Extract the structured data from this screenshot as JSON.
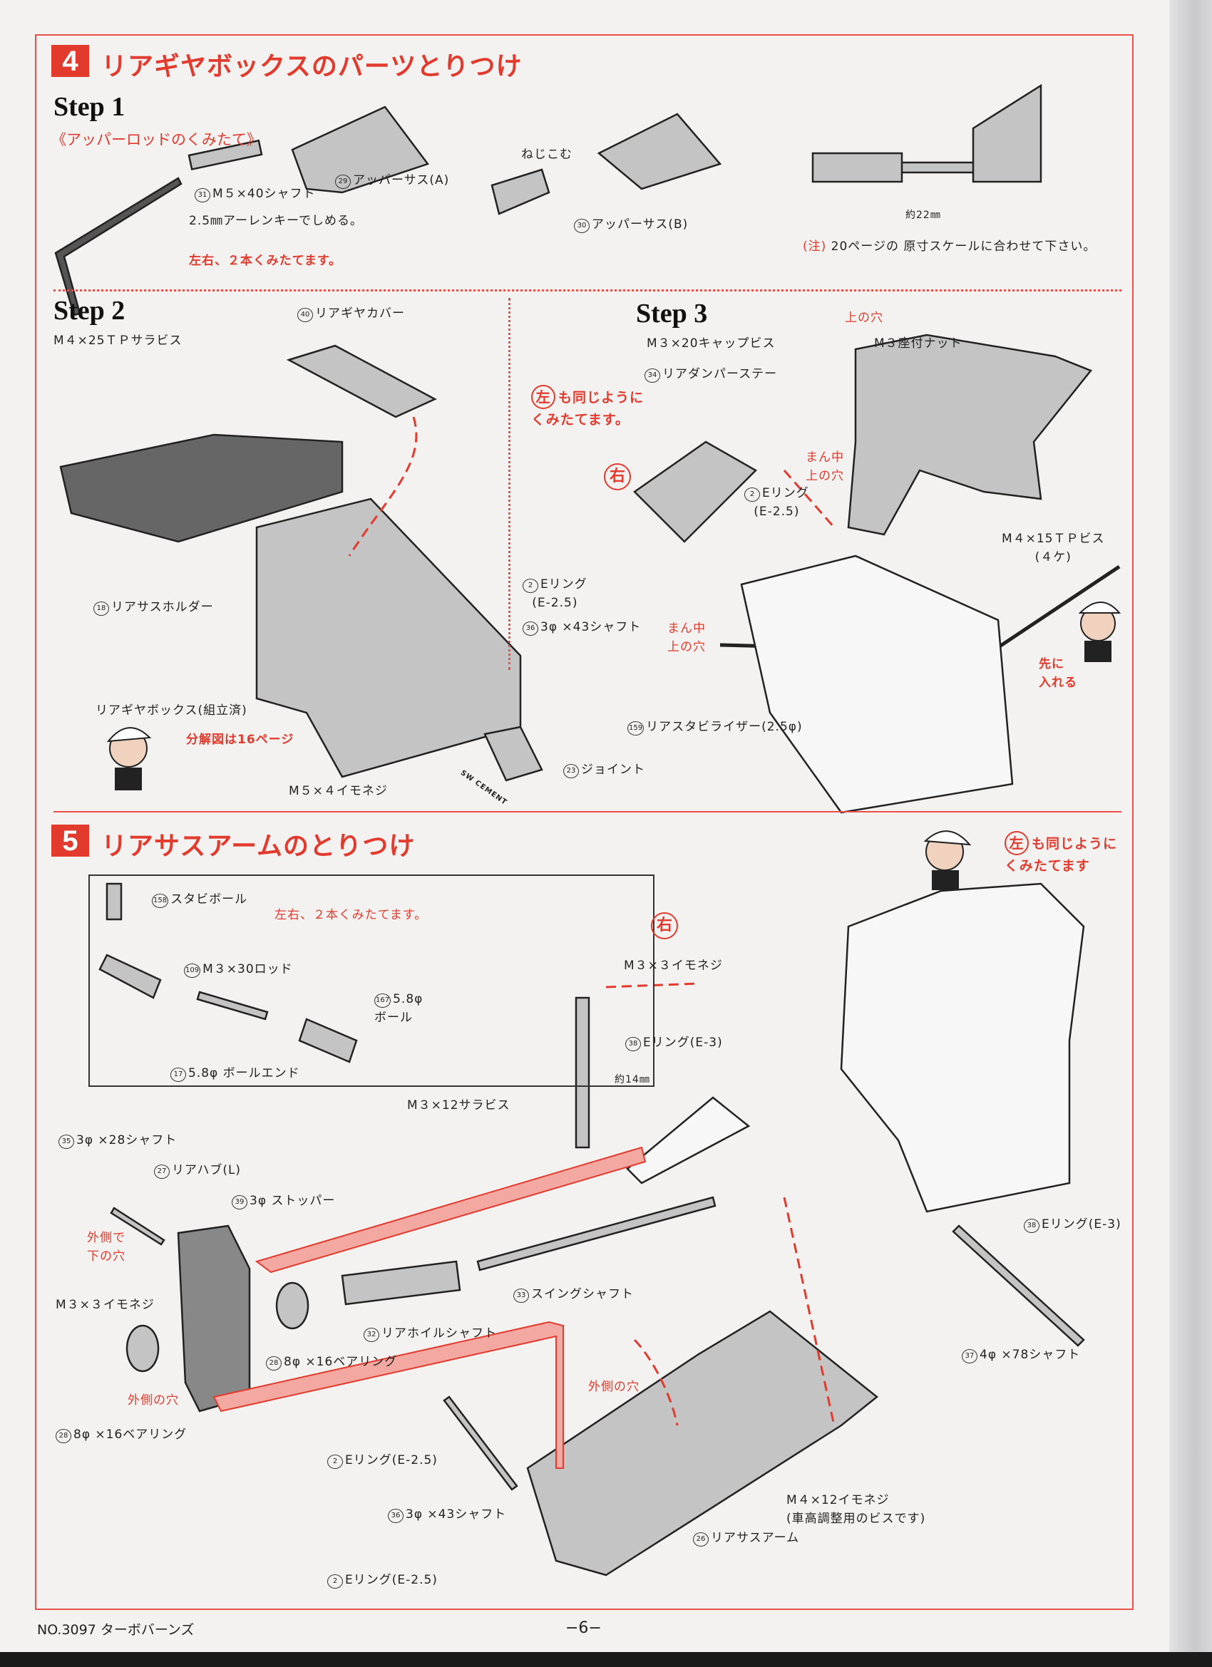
{
  "section4": {
    "number": "4",
    "title": "リアギヤボックスのパーツとりつけ",
    "step1": {
      "heading": "Step 1",
      "subtitle": "《アッパーロッドのくみたて》",
      "labels": [
        {
          "num": "31",
          "text": "M５×40シャフト"
        },
        {
          "num": "29",
          "text": "アッパーサス(A)"
        },
        {
          "num": "",
          "text": "2.5㎜アーレンキーでしめる。"
        },
        {
          "num": "",
          "text": "ねじこむ"
        },
        {
          "num": "30",
          "text": "アッパーサス(B)"
        },
        {
          "num": "",
          "text": "約22㎜"
        }
      ],
      "note_both": "左右、２本くみたてます。",
      "note_prefix": "(注)",
      "note_text": "20ページの 原寸スケールに合わせて下さい。"
    },
    "step2": {
      "heading": "Step 2",
      "labels": [
        {
          "num": "",
          "text": "M４×25ＴＰサラビス"
        },
        {
          "num": "40",
          "text": "リアギヤカバー"
        },
        {
          "num": "18",
          "text": "リアサスホルダー"
        },
        {
          "num": "",
          "text": "リアギヤボックス(組立済)"
        },
        {
          "num": "",
          "text": "M５×４イモネジ"
        },
        {
          "num": "23",
          "text": "ジョイント"
        }
      ],
      "mascot_note": "分解図は16ページ",
      "cement_label": "SW CEMENT"
    },
    "step3": {
      "heading": "Step 3",
      "labels": [
        {
          "num": "",
          "text": "M３×20キャップビス"
        },
        {
          "num": "",
          "text": "M３座付ナット"
        },
        {
          "num": "34",
          "text": "リアダンパーステー"
        },
        {
          "num": "2",
          "text": "Eリング"
        },
        {
          "num": "",
          "text": "(E-2.5)"
        },
        {
          "num": "2",
          "text": "Eリング"
        },
        {
          "num": "",
          "text": "(E-2.5)"
        },
        {
          "num": "36",
          "text": "3φ ×43シャフト"
        },
        {
          "num": "",
          "text": "M４×15ＴＰビス"
        },
        {
          "num": "",
          "text": "(４ケ)"
        },
        {
          "num": "159",
          "text": "リアスタビライザー(2.5φ)"
        }
      ],
      "upper_hole": "上の穴",
      "center_upper_hole_1": [
        "まん中",
        "上の穴"
      ],
      "center_upper_hole_2": [
        "まん中",
        "上の穴"
      ],
      "left_badge": "左",
      "left_same": [
        "も同じように",
        "くみたてます。"
      ],
      "right_badge": "右",
      "insert_first": [
        "先に",
        "入れる"
      ]
    }
  },
  "section5": {
    "number": "5",
    "title": "リアサスアームのとりつけ",
    "inset": {
      "labels": [
        {
          "num": "158",
          "text": "スタビボール"
        },
        {
          "num": "109",
          "text": "M３×30ロッド"
        },
        {
          "num": "167",
          "text": "5.8φ"
        },
        {
          "num": "",
          "text": "ボール"
        },
        {
          "num": "17",
          "text": "5.8φ ボールエンド"
        }
      ],
      "note_both": "左右、２本くみたてます。"
    },
    "left_badge": "左",
    "left_same": [
      "も同じように",
      "くみたてます"
    ],
    "right_badge": "右",
    "labels": [
      {
        "num": "",
        "text": "M３×３イモネジ"
      },
      {
        "num": "38",
        "text": "Eリング(E-3)"
      },
      {
        "num": "",
        "text": "約14㎜"
      },
      {
        "num": "",
        "text": "M３×12サラビス"
      },
      {
        "num": "35",
        "text": "3φ ×28シャフト"
      },
      {
        "num": "27",
        "text": "リアハブ(L)"
      },
      {
        "num": "39",
        "text": "3φ ストッパー"
      },
      {
        "num": "",
        "text": "M３×３イモネジ"
      },
      {
        "num": "33",
        "text": "スイングシャフト"
      },
      {
        "num": "32",
        "text": "リアホイルシャフト"
      },
      {
        "num": "28",
        "text": "8φ ×16ベアリング"
      },
      {
        "num": "28",
        "text": "8φ ×16ベアリング"
      },
      {
        "num": "2",
        "text": "Eリング(E-2.5)"
      },
      {
        "num": "38",
        "text": "Eリング(E-3)"
      },
      {
        "num": "37",
        "text": "4φ ×78シャフト"
      },
      {
        "num": "36",
        "text": "3φ ×43シャフト"
      },
      {
        "num": "",
        "text": "M４×12イモネジ"
      },
      {
        "num": "",
        "text": "(車高調整用のビスです)"
      },
      {
        "num": "26",
        "text": "リアサスアーム"
      },
      {
        "num": "2",
        "text": "Eリング(E-2.5)"
      }
    ],
    "outer_lower_hole": [
      "外側で",
      "下の穴"
    ],
    "outer_hole_hub": "外側の穴",
    "outer_hole_arm": "外側の穴"
  },
  "footer": {
    "model": "NO.3097 ターボバーンズ",
    "page": "−6−"
  },
  "colors": {
    "accent_red": "#e23b2e",
    "part_gray": "#bdbdbd",
    "paper": "#f3f2f0"
  }
}
